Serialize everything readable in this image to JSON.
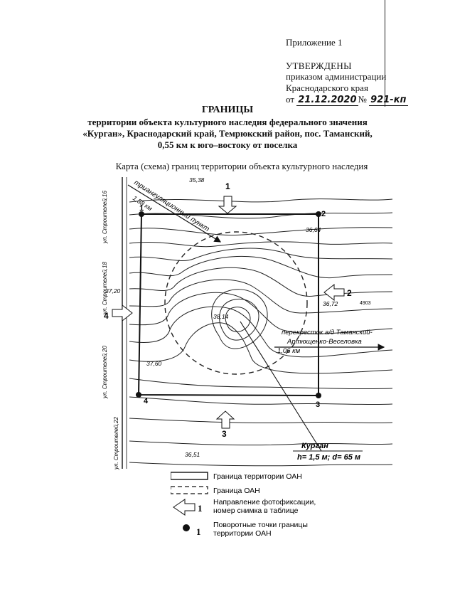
{
  "header": {
    "appendix": "Приложение 1",
    "approved": "УТВЕРЖДЕНЫ",
    "order_line1": "приказом администрации",
    "order_line2": "Краснодарского края",
    "order_prefix": "от",
    "order_date": "21.12.2020",
    "order_no_prefix": "№",
    "order_number": "921-кп"
  },
  "title": {
    "line1": "ГРАНИЦЫ",
    "line2": "территории объекта культурного наследия федерального значения",
    "line3": "«Курган», Краснодарский край, Темрюкский район, пос. Таманский,",
    "line4": "0,55 км к юго–востоку от поселка"
  },
  "map": {
    "caption": "Карта (схема) границ территории объекта культурного наследия",
    "corner_points": [
      "1",
      "2",
      "3",
      "4"
    ],
    "photo_directions": [
      "1",
      "2",
      "3",
      "4"
    ],
    "elevations": [
      "35,38",
      "36,64",
      "36,72",
      "38,14",
      "37,20",
      "37,60",
      "36,51"
    ],
    "streets": [
      "ул. Строителей,16",
      "ул. Строителей,18",
      "ул. Строителей,20",
      "ул. Строителей,22"
    ],
    "triangulation_label": "триангуляционный пункт",
    "triangulation_dist": "1,58 км",
    "road_label_1": "перекресток а/д Таманский-",
    "road_label_2": "Артющенко-Веселовка",
    "road_dist": "1,06 км",
    "kurgan_name": "Курган",
    "kurgan_dims": "h= 1,5 м; d= 65 м",
    "edge_mark": "4903",
    "legend": [
      {
        "symbol": "solid-border",
        "text": "Граница территории ОАН"
      },
      {
        "symbol": "dashed-border",
        "text": "Граница ОАН"
      },
      {
        "symbol": "arrow",
        "number": "1",
        "text1": "Направление фотофиксации,",
        "text2": "номер снимка в таблице"
      },
      {
        "symbol": "dot",
        "number": "1",
        "text1": "Поворотные точки границы",
        "text2": "территории ОАН"
      }
    ]
  }
}
